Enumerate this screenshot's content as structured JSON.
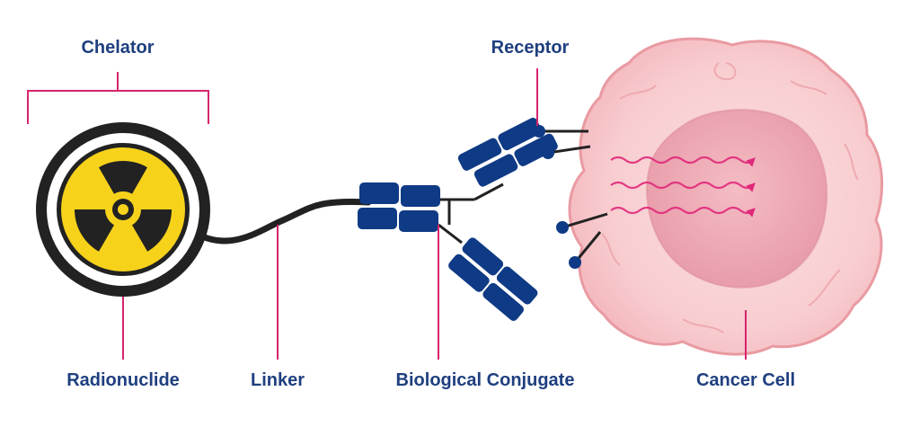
{
  "labels": {
    "chelator": "Chelator",
    "receptor": "Receptor",
    "radionuclide": "Radionuclide",
    "linker": "Linker",
    "biological_conjugate": "Biological Conjugate",
    "cancer_cell": "Cancer Cell"
  },
  "colors": {
    "label_text": "#1f3f7f",
    "pointer_line": "#d6246e",
    "antibody": "#0f3a85",
    "radiation_yellow": "#f7d21b",
    "linker": "#222222",
    "cell_outer": "#f7c9cc",
    "cell_nucleus": "#eeaab4",
    "signal_arrow": "#e0287a"
  },
  "icons": {
    "radionuclide": "radiation-trefoil-icon"
  }
}
